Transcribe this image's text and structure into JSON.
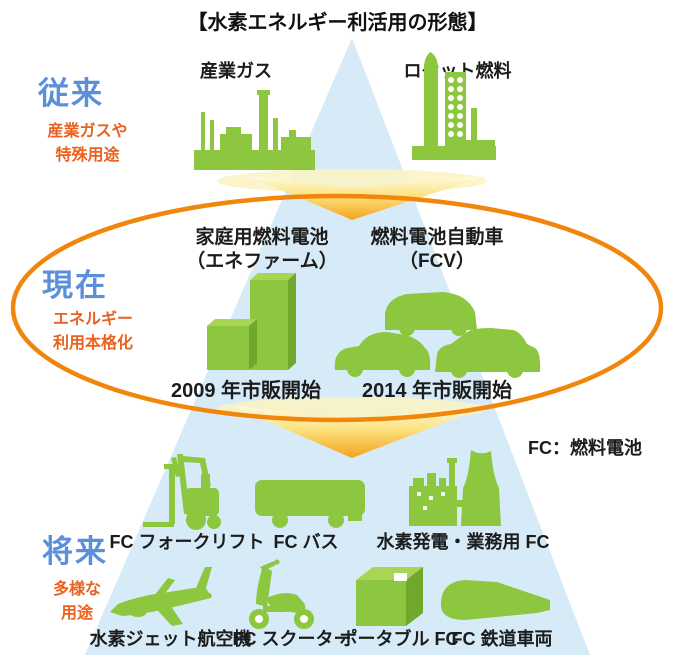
{
  "title": "【水素エネルギー利活用の形態】",
  "note": "FC：燃料電池",
  "colors": {
    "era_blue": "#5B8FD9",
    "desc_orange": "#EB611F",
    "silhouette_green": "#8DC63F",
    "silhouette_green_light": "#A9D555",
    "silhouette_green_dark": "#6FA82B",
    "pyramid_blue": "#D6EBF7",
    "ellipse_orange": "#F0860B",
    "arrow_orange": "#F5A31C",
    "text_black": "#1C1C1C"
  },
  "sections": {
    "past": {
      "era": "従来",
      "desc_line1": "産業ガスや",
      "desc_line2": "特殊用途",
      "items": [
        {
          "label": "産業ガス",
          "icon": "factory-icon"
        },
        {
          "label": "ロケット燃料",
          "icon": "rocket-icon"
        }
      ]
    },
    "present": {
      "era": "現在",
      "desc_line1": "エネルギー",
      "desc_line2": "利用本格化",
      "items": [
        {
          "label_line1": "家庭用燃料電池",
          "label_line2": "（エネファーム）",
          "caption": "2009 年市販開始",
          "icon": "enefarm-icon"
        },
        {
          "label_line1": "燃料電池自動車",
          "label_line2": "（FCV）",
          "caption": "2014 年市販開始",
          "icon": "fcv-cars-icon"
        }
      ]
    },
    "future": {
      "era": "将来",
      "desc_line1": "多様な",
      "desc_line2": "用途",
      "row1": [
        {
          "label": "FC フォークリフト",
          "icon": "forklift-icon"
        },
        {
          "label": "FC バス",
          "icon": "bus-icon"
        },
        {
          "label": "水素発電・業務用 FC",
          "icon": "power-plant-icon"
        }
      ],
      "row2": [
        {
          "label": "水素ジェット航空機",
          "icon": "jet-aircraft-icon"
        },
        {
          "label": "FC スクーター",
          "icon": "scooter-icon"
        },
        {
          "label": "ポータブル FC",
          "icon": "portable-fc-icon"
        },
        {
          "label": "FC 鉄道車両",
          "icon": "railway-vehicle-icon"
        }
      ]
    }
  }
}
